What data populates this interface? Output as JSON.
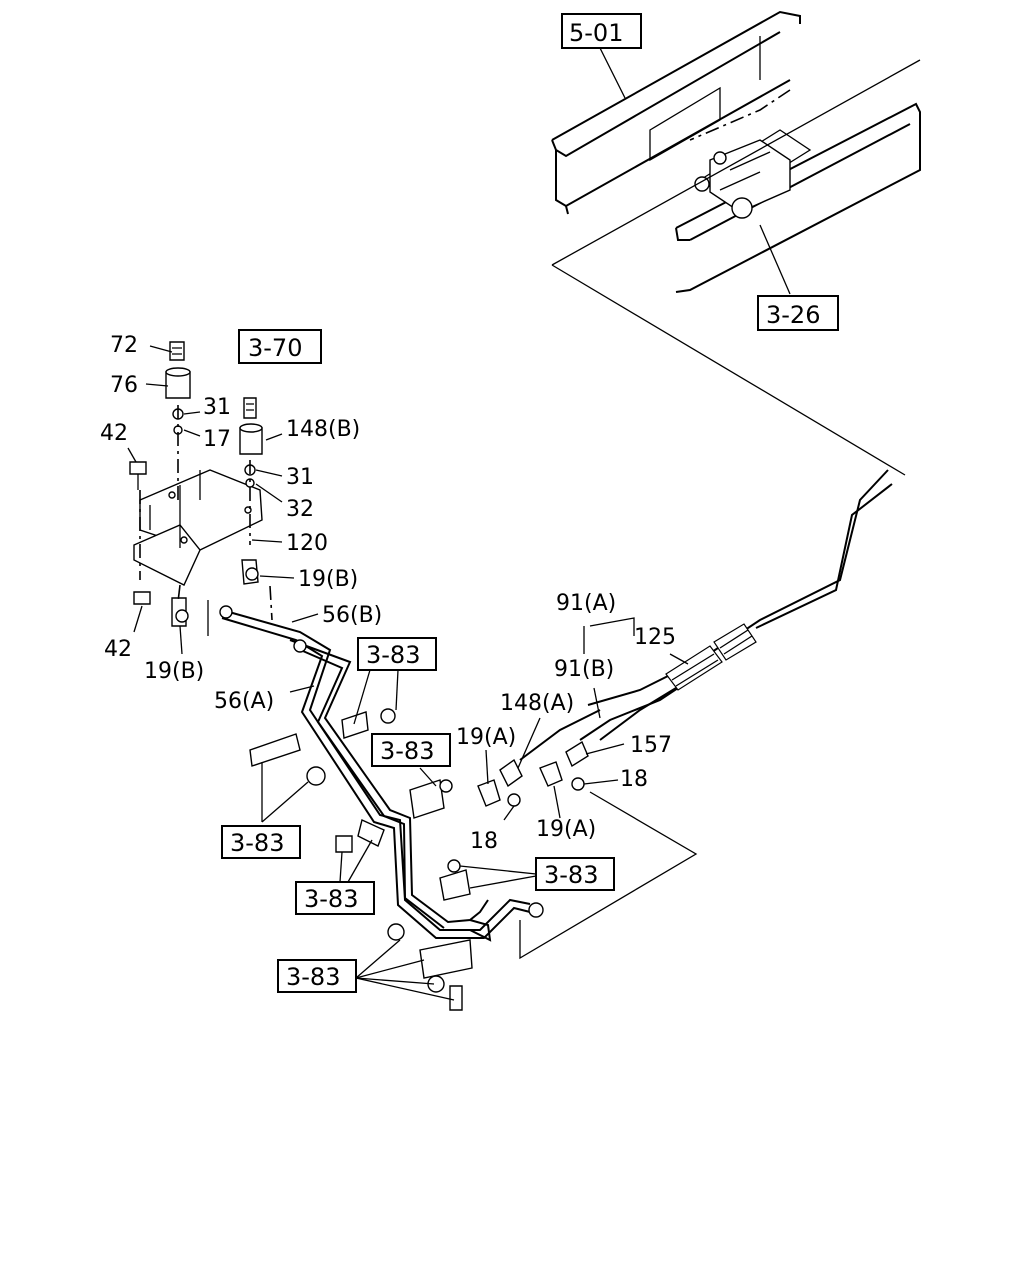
{
  "references": {
    "r_5_01": "5-01",
    "r_3_26": "3-26",
    "r_3_70": "3-70",
    "r_3_83": "3-83"
  },
  "parts": {
    "p72": "72",
    "p76": "76",
    "p31": "31",
    "p17": "17",
    "p148b": "148(B)",
    "p42": "42",
    "p32": "32",
    "p120": "120",
    "p19b": "19(B)",
    "p56b": "56(B)",
    "p56a": "56(A)",
    "p91a": "91(A)",
    "p91b": "91(B)",
    "p125": "125",
    "p148a": "148(A)",
    "p19a": "19(A)",
    "p157": "157",
    "p18": "18"
  }
}
